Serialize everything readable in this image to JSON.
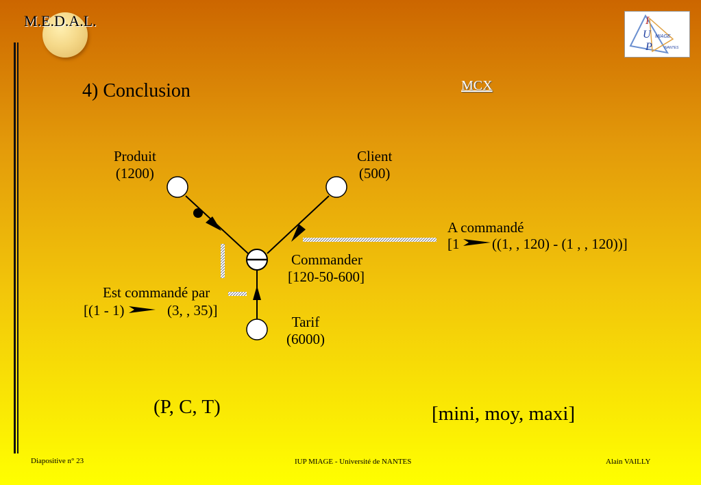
{
  "header": {
    "medal_title": "M.E.D.A.L.",
    "slide_title": "4) Conclusion",
    "mcx_link": "MCX",
    "logo": {
      "text_i": "I",
      "text_u": "U",
      "text_p": "P",
      "text_miage": "MIAGE",
      "text_nantes": "NANTES"
    }
  },
  "diagram": {
    "produit": {
      "name": "Produit",
      "count": "(1200)"
    },
    "client": {
      "name": "Client",
      "count": "(500)"
    },
    "commander": {
      "name": "Commander",
      "stats": "[120-50-600]"
    },
    "tarif": {
      "name": "Tarif",
      "count": "(6000)"
    },
    "a_commande": {
      "label": "A commandé",
      "left": "[1",
      "right": "((1, , 120) - (1 , , 120))]"
    },
    "est_commande_par": {
      "label": "Est commandé par",
      "left": "[(1 - 1)",
      "right": "(3, , 35)]"
    }
  },
  "bottom": {
    "tuple": "(P, C, T)",
    "range": "[mini, moy, maxi]"
  },
  "footer": {
    "slide_number": "Diapositive n° 23",
    "center": "IUP MIAGE - Université de NANTES",
    "author": "Alain VAILLY"
  },
  "colors": {
    "accent_link": "#ffffff",
    "gradient_top": "#cc6600",
    "gradient_bottom": "#ffff00"
  }
}
